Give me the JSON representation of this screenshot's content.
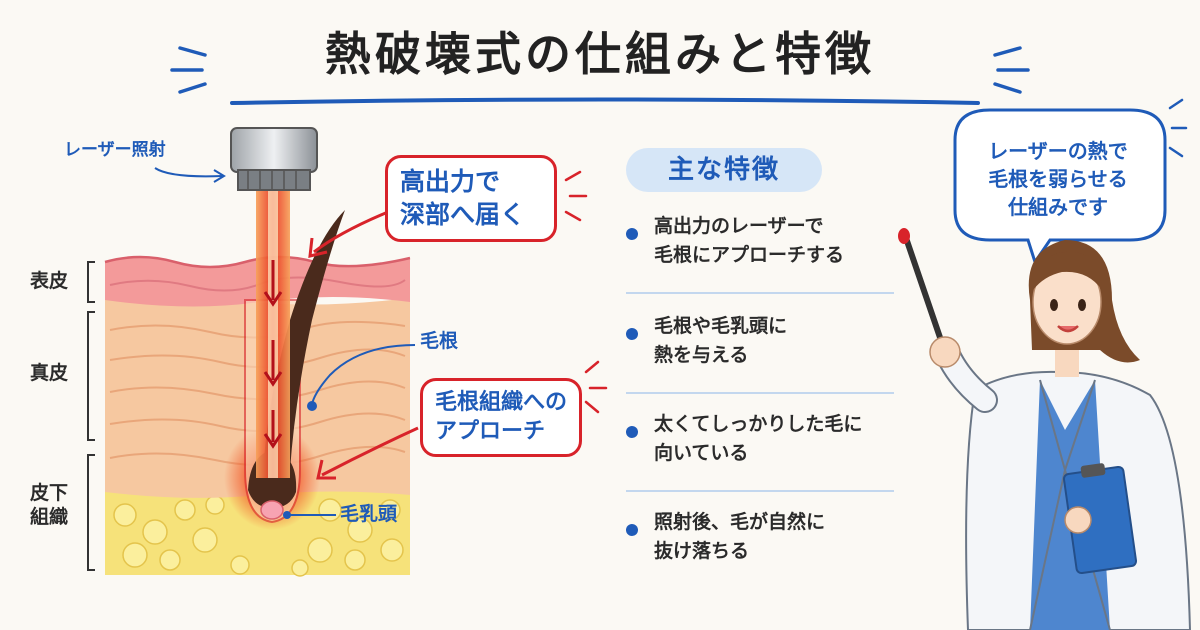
{
  "title": "熱破壊式の仕組みと特徴",
  "diagram": {
    "laser_label": "レーザー照射",
    "callout_top": [
      "高出力で",
      "深部へ届く"
    ],
    "callout_mid": [
      "毛根組織への",
      "アプローチ"
    ],
    "hair_root_label": "毛根",
    "papilla_label": "毛乳頭",
    "layers": [
      {
        "label": "表皮"
      },
      {
        "label": "真皮"
      },
      {
        "label": "皮下組織"
      }
    ]
  },
  "features": {
    "heading": "主な特徴",
    "items": [
      {
        "lines": [
          "高出力のレーザーで",
          "毛根にアプローチする"
        ]
      },
      {
        "lines": [
          "毛根や毛乳頭に",
          "熱を与える"
        ]
      },
      {
        "lines": [
          "太くてしっかりした毛に",
          "向いている"
        ]
      },
      {
        "lines": [
          "照射後、毛が自然に",
          "抜け落ちる"
        ]
      }
    ]
  },
  "speech_bubble": {
    "lines": [
      "レーザーの熱で",
      "毛根を弱らせる",
      "仕組みです"
    ]
  },
  "colors": {
    "accent_blue": "#1f5bb8",
    "accent_red": "#d8232a",
    "laser_red": "#e8301e"
  }
}
